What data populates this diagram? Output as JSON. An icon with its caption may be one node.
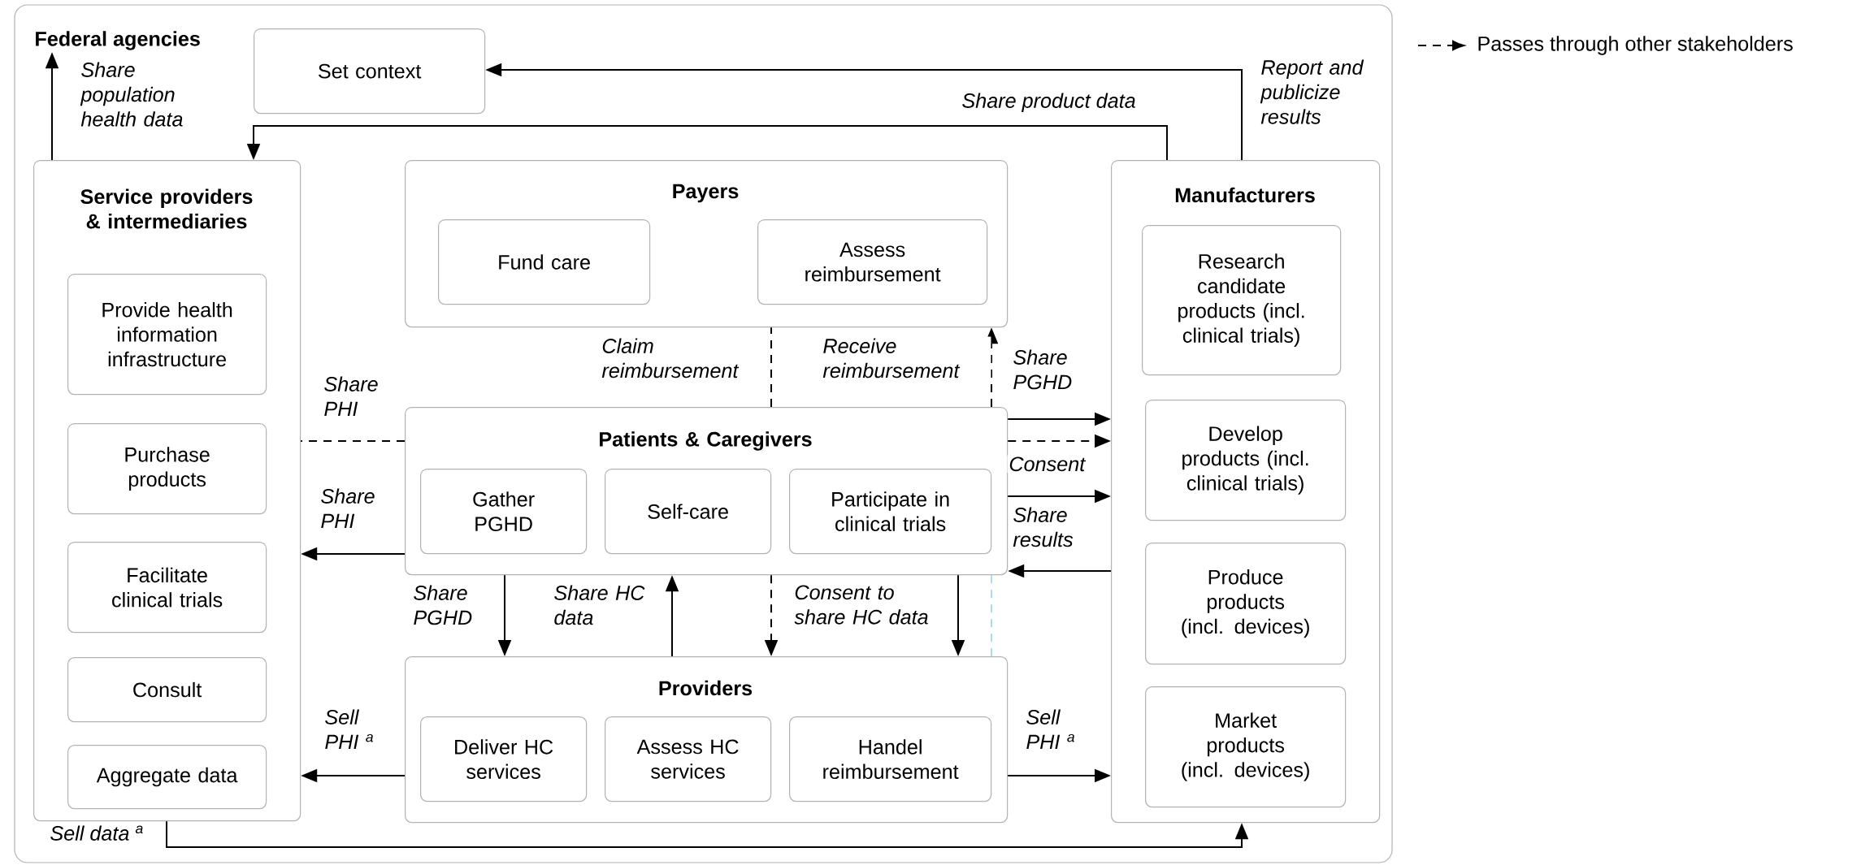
{
  "diagram": {
    "nodes": [
      {
        "text": [
          "Federal agencies"
        ]
      },
      {
        "text": [
          "Set context"
        ]
      },
      {
        "text": [
          "Service providers & intermediaries"
        ]
      },
      {
        "text": [
          "Provide health information infrastructure"
        ],
        "in": 2
      },
      {
        "text": [
          "Purchase products"
        ],
        "in": 2
      },
      {
        "text": [
          "Facilitate clinical trials"
        ],
        "in": 2
      },
      {
        "text": [
          "Consult"
        ],
        "in": 2
      },
      {
        "text": [
          "Aggregate data"
        ],
        "in": 2
      },
      {
        "text": [
          "Payers"
        ]
      },
      {
        "text": [
          "Fund care"
        ],
        "in": 8
      },
      {
        "text": [
          "Assess reimbursement"
        ],
        "in": 8
      },
      {
        "text": [
          "Patients & Caregivers"
        ]
      },
      {
        "text": [
          "Gather PGHD"
        ],
        "in": 11
      },
      {
        "text": [
          "Self-care"
        ],
        "in": 11
      },
      {
        "text": [
          "Participate in clinical trials"
        ],
        "in": 11
      },
      {
        "text": [
          "Providers"
        ]
      },
      {
        "text": [
          "Deliver HC services"
        ],
        "in": 15
      },
      {
        "text": [
          "Assess HC services"
        ],
        "in": 15
      },
      {
        "text": [
          "Handel reimbursement"
        ],
        "in": 15
      },
      {
        "text": [
          "Manufacturers"
        ]
      },
      {
        "text": [
          "Research candidate products (incl. clinical trials)"
        ],
        "in": 19
      },
      {
        "text": [
          "Develop products (incl. clinical trials)"
        ],
        "in": 19
      },
      {
        "text": [
          "Produce products (incl. devices)"
        ],
        "in": 19
      },
      {
        "text": [
          "Market products (incl. devices)"
        ],
        "in": 19
      }
    ],
    "edges": [
      {
        "from": 2,
        "to": 0,
        "arrow": "to",
        "label": "Share population health data"
      },
      {
        "from": 19,
        "to": 1,
        "arrow": "to",
        "label": "Report and publicize results"
      },
      {
        "from": 19,
        "to": 2,
        "arrow": "to",
        "label": "Share product data"
      },
      {
        "from": 11,
        "to": 8,
        "arrow": "none",
        "style": "dashed",
        "label": "Claim reimbursement"
      },
      {
        "from": 11,
        "to": 8,
        "arrow": "to",
        "style": "dashed",
        "label": "Receive reimbursement"
      },
      {
        "from": 11,
        "to": 2,
        "arrow": "none",
        "style": "dashed",
        "label": "Share PHI"
      },
      {
        "from": 11,
        "to": 2,
        "arrow": "to",
        "label": "Share PHI"
      },
      {
        "from": 11,
        "to": 19,
        "arrow": "to",
        "label": "Share PGHD"
      },
      {
        "from": 11,
        "to": 19,
        "arrow": "to",
        "style": "dashed"
      },
      {
        "from": 11,
        "to": 19,
        "arrow": "to",
        "label": "Consent"
      },
      {
        "from": 19,
        "to": 11,
        "arrow": "to",
        "label": "Share results"
      },
      {
        "from": 11,
        "to": 15,
        "arrow": "to",
        "label": "Share PGHD"
      },
      {
        "from": 15,
        "to": 11,
        "arrow": "to",
        "label": "Share HC data"
      },
      {
        "from": 11,
        "to": 15,
        "arrow": "to",
        "style": "dashed",
        "label": "Consent to share HC data"
      },
      {
        "from": 11,
        "to": 15,
        "arrow": "to"
      },
      {
        "from": 11,
        "to": 15,
        "arrow": "none",
        "style": "dashed",
        "color": "#a9dde8"
      },
      {
        "from": 15,
        "to": 2,
        "arrow": "to",
        "label": "Sell PHI $^{a}$"
      },
      {
        "from": 15,
        "to": 19,
        "arrow": "to",
        "label": "Sell PHI $^{a}$"
      },
      {
        "from": 2,
        "to": 19,
        "arrow": "to",
        "label": "Sell data $^{a}$"
      }
    ],
    "legend": [
      {
        "text": "Passes through other stakeholders"
      }
    ]
  }
}
